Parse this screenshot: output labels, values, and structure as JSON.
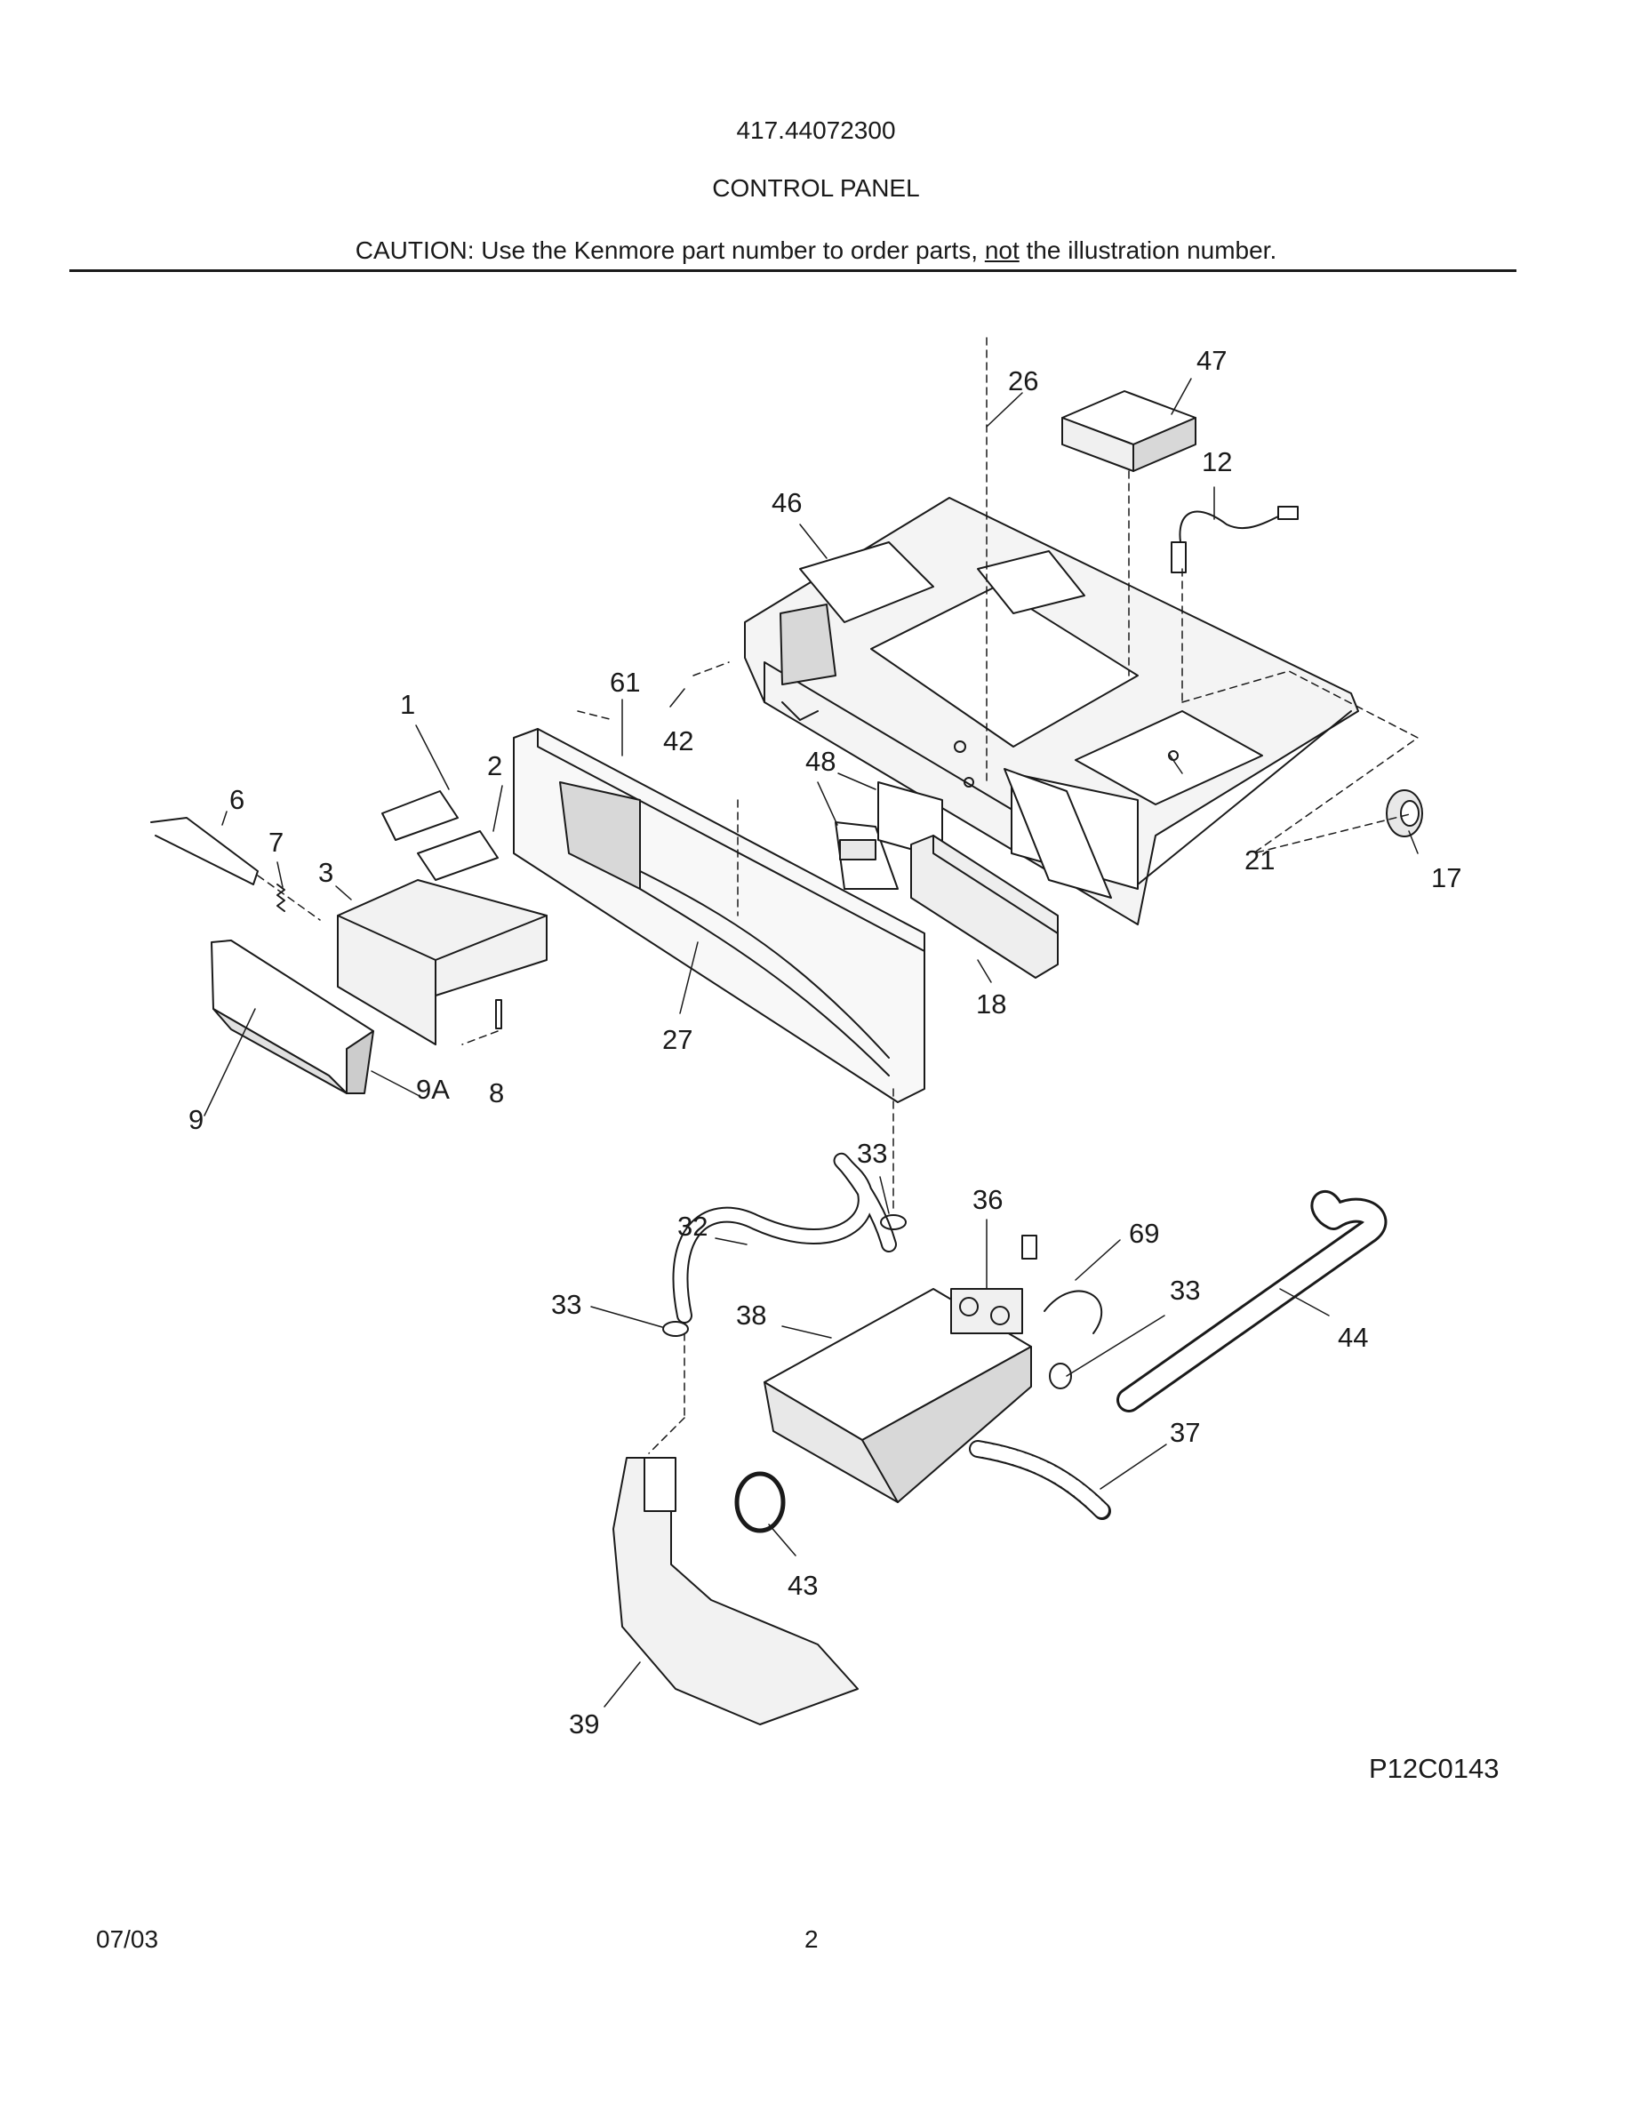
{
  "header": {
    "model_number": "417.44072300",
    "section_title": "CONTROL PANEL",
    "caution_before": "CAUTION: Use the Kenmore part number to order parts, ",
    "caution_emphasis": "not",
    "caution_after": " the illustration number."
  },
  "diagram": {
    "code": "P12C0143",
    "callouts": [
      "1",
      "2",
      "3",
      "6",
      "7",
      "8",
      "9",
      "9A",
      "12",
      "17",
      "18",
      "21",
      "26",
      "27",
      "32",
      "33",
      "33",
      "33",
      "36",
      "37",
      "38",
      "39",
      "42",
      "43",
      "44",
      "46",
      "47",
      "48",
      "61",
      "69"
    ]
  },
  "footer": {
    "date": "07/03",
    "page_number": "2"
  },
  "colors": {
    "ink": "#1a1a1a",
    "paper": "#ffffff",
    "fill": "#f0f0f0",
    "shade": "#d8d8d8"
  }
}
